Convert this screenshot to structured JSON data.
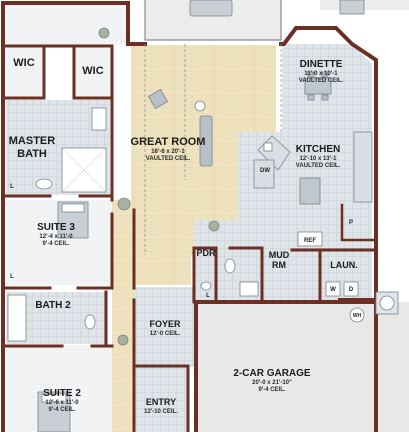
{
  "rooms": {
    "wic_left": {
      "name": "WIC"
    },
    "wic_right": {
      "name": "WIC"
    },
    "master_bath": {
      "name_line1": "MASTER",
      "name_line2": "BATH"
    },
    "great_room": {
      "name": "GREAT ROOM",
      "dims": "16'-6 x 20'-1",
      "ceiling": "VAULTED CEIL."
    },
    "dinette": {
      "name": "DINETTE",
      "dims": "11'-0 x 10'-1",
      "ceiling": "VAULTED CEIL."
    },
    "kitchen": {
      "name": "KITCHEN",
      "dims": "12'-10 x 13'-1",
      "ceiling": "VAULTED CEIL."
    },
    "suite3": {
      "name": "SUITE 3",
      "dims": "12'-4 x 11'-0",
      "ceiling": "9'-4 CEIL."
    },
    "pdr": {
      "name": "PDR"
    },
    "mud_rm": {
      "name_line1": "MUD",
      "name_line2": "RM"
    },
    "laundry": {
      "name": "LAUN."
    },
    "bath2": {
      "name": "BATH 2"
    },
    "foyer": {
      "name": "FOYER",
      "ceiling": "12'-0 CEIL."
    },
    "garage": {
      "name": "2-CAR GARAGE",
      "dims": "20'-0 x 21'-10\"",
      "ceiling": "9'-4 CEIL."
    },
    "suite2": {
      "name": "SUITE 2",
      "dims": "12'-6 x 11'-0",
      "ceiling": "9'-4 CEIL."
    },
    "entry": {
      "name": "ENTRY",
      "ceiling": "12'-10 CEIL."
    }
  },
  "fixtures": {
    "dw": "DW",
    "ref": "REF",
    "pantry": "P",
    "linen": "L",
    "washer": "W",
    "dryer": "D",
    "water_heater": "WH"
  },
  "colors": {
    "wall": "#6b2f24",
    "wood_floor": "#efe2bf",
    "tile_floor": "#dfe4e8",
    "carpet": "#f3f4f6",
    "garage_floor": "#eaeaea",
    "lanai": "#ececec",
    "furniture": "#9aa4ad"
  }
}
